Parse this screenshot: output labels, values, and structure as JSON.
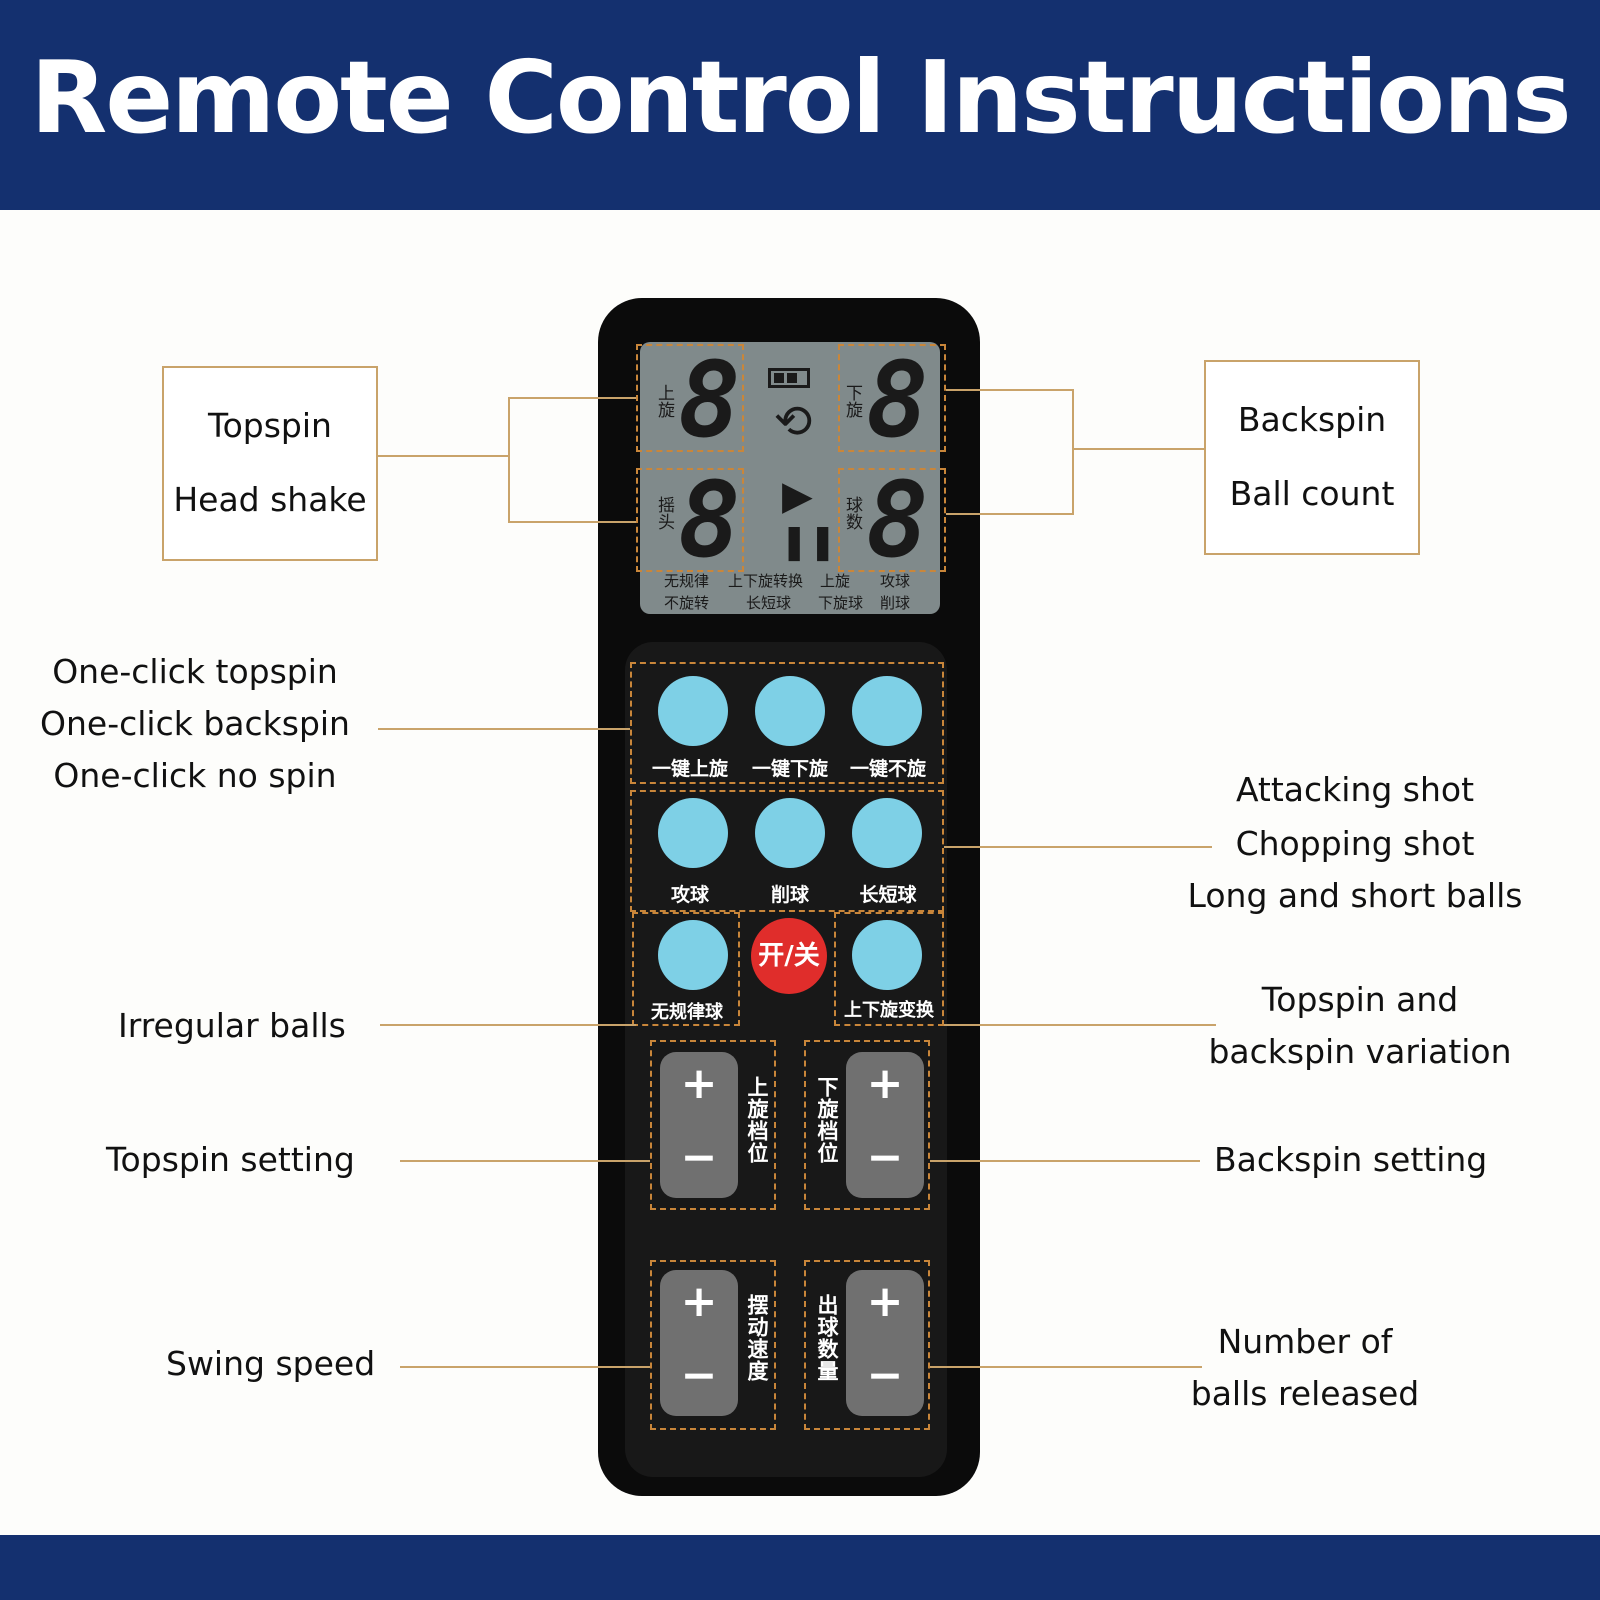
{
  "title": "Remote Control Instructions",
  "callouts": {
    "topspin": "Topspin",
    "head_shake": "Head shake",
    "backspin": "Backspin",
    "ball_count": "Ball count",
    "one_click_topspin": "One-click topspin",
    "one_click_backspin": "One-click backspin",
    "one_click_no_spin": "One-click no spin",
    "attacking_shot": "Attacking shot",
    "chopping_shot": "Chopping shot",
    "long_short_balls": "Long and short balls",
    "irregular_balls": "Irregular balls",
    "variation_line1": "Topspin and",
    "variation_line2": "backspin variation",
    "topspin_setting": "Topspin setting",
    "backspin_setting": "Backspin setting",
    "swing_speed": "Swing speed",
    "balls_released_line1": "Number of",
    "balls_released_line2": "balls released"
  },
  "remote": {
    "lcd": {
      "digit": "8",
      "topspin_cn": "上旋",
      "backspin_cn": "下旋",
      "head_cn": "摇头",
      "count_cn": "球数",
      "play_icon": "▶",
      "pause_icon": "❚❚",
      "rotate_icon": "⟲",
      "small_row1": [
        "无规律",
        "上下旋转换",
        "上旋",
        "攻球"
      ],
      "small_row2": [
        "不旋转",
        "长短球",
        "下旋球",
        "削球"
      ]
    },
    "buttons": {
      "one_click_topspin": "一键上旋",
      "one_click_backspin": "一键下旋",
      "one_click_no_spin": "一键不旋",
      "attack": "攻球",
      "chop": "削球",
      "long_short": "长短球",
      "irregular": "无规律球",
      "power": "开/关",
      "spin_switch": "上下旋变换"
    },
    "rockers": {
      "plus": "+",
      "minus": "−",
      "topspin_level": "上旋档位",
      "backspin_level": "下旋档位",
      "swing_speed": "摆动速度",
      "ball_quantity": "出球数量"
    }
  },
  "colors": {
    "banner": "#14306f",
    "button": "#7ed0e6",
    "power": "#e02d2b",
    "leader": "#c9a36a"
  }
}
